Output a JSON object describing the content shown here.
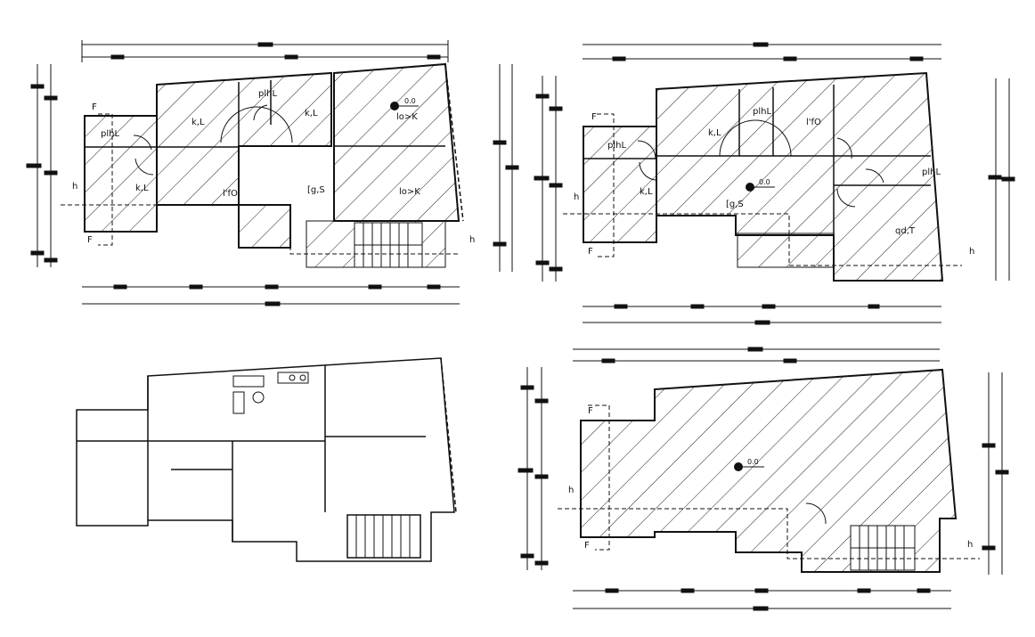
{
  "colors": {
    "line": "#111111",
    "paper": "#ffffff"
  },
  "symbols": {
    "level_marker": "level-datum-icon",
    "north_arrow": "up-arrow-icon"
  },
  "plans": {
    "top_left": {
      "rooms": {
        "bath": "plhL",
        "bed1": "k,L",
        "bed2": "k,L",
        "kitchen": "plhL",
        "living": "lo>K",
        "living2": "lo>K",
        "bed3": "k,L",
        "hall": "l'fO",
        "stairs": "[g,S"
      },
      "level": "0.0",
      "section": "F",
      "section_h": "h"
    },
    "top_right": {
      "rooms": {
        "bath": "plhL",
        "bed1": "k,L",
        "kitchen": "plhL",
        "hall": "l'fO",
        "bed2": "k,L",
        "stairs": "[g,S",
        "bath2": "plhL",
        "office": "qd,T"
      },
      "level": "0.0",
      "section": "F",
      "section_h": "h"
    },
    "bottom_right": {
      "level": "0.0",
      "section": "F",
      "section_h": "h"
    }
  }
}
